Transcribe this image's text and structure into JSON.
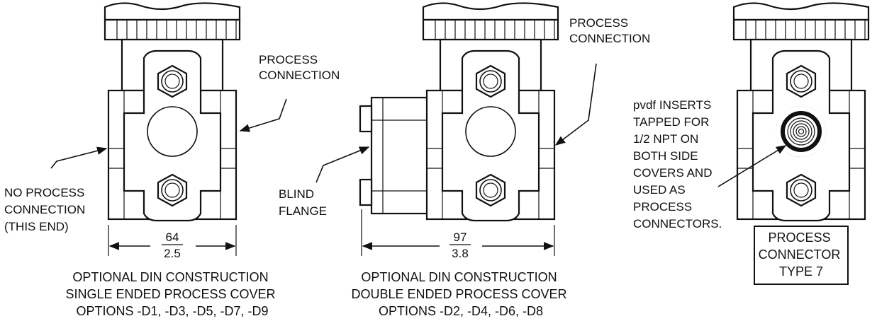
{
  "views": [
    {
      "labels": {
        "process_connection": [
          "PROCESS",
          "CONNECTION"
        ],
        "no_process_connection": [
          "NO PROCESS",
          "CONNECTION",
          "(THIS END)"
        ]
      },
      "dimension": {
        "mm": "64",
        "in": "2.5"
      },
      "caption": [
        "OPTIONAL DIN CONSTRUCTION",
        "SINGLE ENDED PROCESS COVER",
        "OPTIONS -D1, -D3, -D5, -D7, -D9"
      ]
    },
    {
      "labels": {
        "process_connection": [
          "PROCESS",
          "CONNECTION"
        ],
        "blind_flange": [
          "BLIND",
          "FLANGE"
        ]
      },
      "dimension": {
        "mm": "97",
        "in": "3.8"
      },
      "caption": [
        "OPTIONAL DIN CONSTRUCTION",
        "DOUBLE ENDED PROCESS COVER",
        "OPTIONS -D2, -D4, -D6, -D8"
      ]
    },
    {
      "labels": {
        "inserts_note": [
          "pvdf INSERTS",
          "TAPPED FOR",
          "1/2 NPT ON",
          "BOTH SIDE",
          "COVERS AND",
          "USED AS",
          "PROCESS",
          "CONNECTORS."
        ]
      },
      "caption_box": [
        "PROCESS",
        "CONNECTOR",
        "TYPE 7"
      ]
    }
  ]
}
